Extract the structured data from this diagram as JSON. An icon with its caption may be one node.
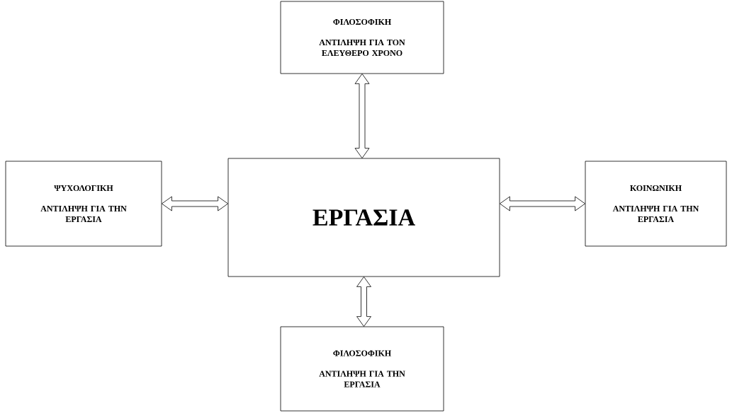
{
  "diagram": {
    "nodes": [
      {
        "text": [
          "ΦΙΛΟΣΟΦΙΚΗ",
          "ΑΝΤΙΛΗΨΗ ΓΙΑ ΤΟΝ ΕΛΕΥΘΕΡΟ ΧΡΟΝΟ"
        ]
      },
      {
        "text": [
          "ΨΥΧΟΛΟΓΙΚΗ",
          "ΑΝΤΙΛΗΨΗ ΓΙΑ ΤΗΝ ΕΡΓΑΣΙΑ"
        ]
      },
      {
        "text": [
          "ΕΡΓΑΣΙΑ"
        ]
      },
      {
        "text": [
          "ΚΟΙΝΩΝΙΚΗ",
          "ΑΝΤΙΛΗΨΗ ΓΙΑ ΤΗΝ ΕΡΓΑΣΙΑ"
        ]
      },
      {
        "text": [
          "ΦΙΛΟΣΟΦΙΚΗ",
          "ΑΝΤΙΛΗΨΗ ΓΙΑ ΤΗΝ ΕΡΓΑΣΙΑ"
        ]
      }
    ],
    "edges": [
      {
        "from": 0,
        "to": 2,
        "arrow": "both"
      },
      {
        "from": 1,
        "to": 2,
        "arrow": "both"
      },
      {
        "from": 2,
        "to": 3,
        "arrow": "both"
      },
      {
        "from": 2,
        "to": 4,
        "arrow": "both"
      }
    ]
  }
}
